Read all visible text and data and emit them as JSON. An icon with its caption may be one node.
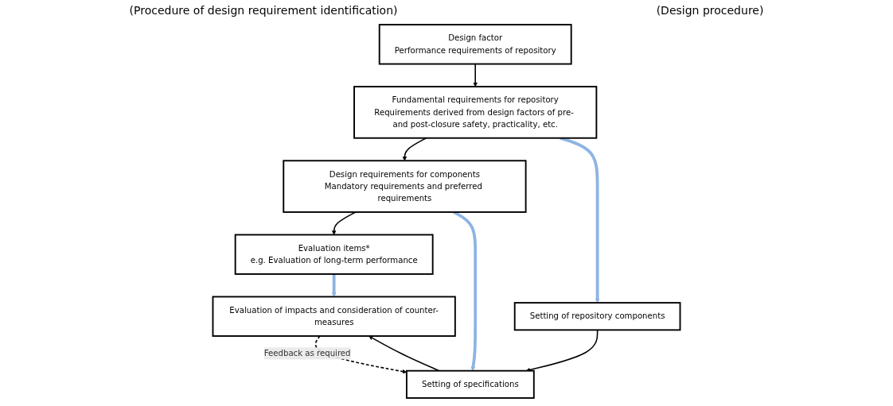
{
  "diagram": {
    "nodes": [
      {
        "text": [
          "Design factor",
          "Performance requirements of repository"
        ]
      },
      {
        "text": [
          "Fundamental requirements for repository",
          "Requirements derived from design factors of pre- and post-closure safety, practicality, etc."
        ]
      },
      {
        "text": [
          "Design requirements for components",
          "Mandatory requirements and preferred requirements"
        ]
      },
      {
        "text": [
          "Evaluation items*",
          "e.g. Evaluation of long-term performance"
        ]
      },
      {
        "text": [
          "Setting of repository components"
        ]
      },
      {
        "text": [
          "Setting of specifications"
        ]
      },
      {
        "text": [
          "Evaluation of impacts and consideration of counter-measures"
        ]
      }
    ],
    "edges": [
      {
        "from": 0,
        "to": 1,
        "arrow": "to"
      },
      {
        "from": 1,
        "to": 2,
        "arrow": "to"
      },
      {
        "from": 2,
        "to": 3,
        "arrow": "to"
      },
      {
        "from": 1,
        "to": 4,
        "arrow": "to",
        "style": "thick",
        "color": "#8eb4e3"
      },
      {
        "from": 2,
        "to": 5,
        "arrow": "to",
        "style": "thick",
        "color": "#8eb4e3"
      },
      {
        "from": 3,
        "to": 6,
        "arrow": "to",
        "style": "thick",
        "color": "#8eb4e3"
      },
      {
        "from": 4,
        "to": 5,
        "arrow": "to"
      },
      {
        "from": 5,
        "to": 6,
        "arrow": "to"
      },
      {
        "from": 6,
        "to": 5,
        "arrow": "to",
        "style": "dashed",
        "label": "Feedback as required"
      }
    ],
    "labels": [
      "(Procedure of design requirement identification)",
      "(Design procedure)"
    ]
  }
}
